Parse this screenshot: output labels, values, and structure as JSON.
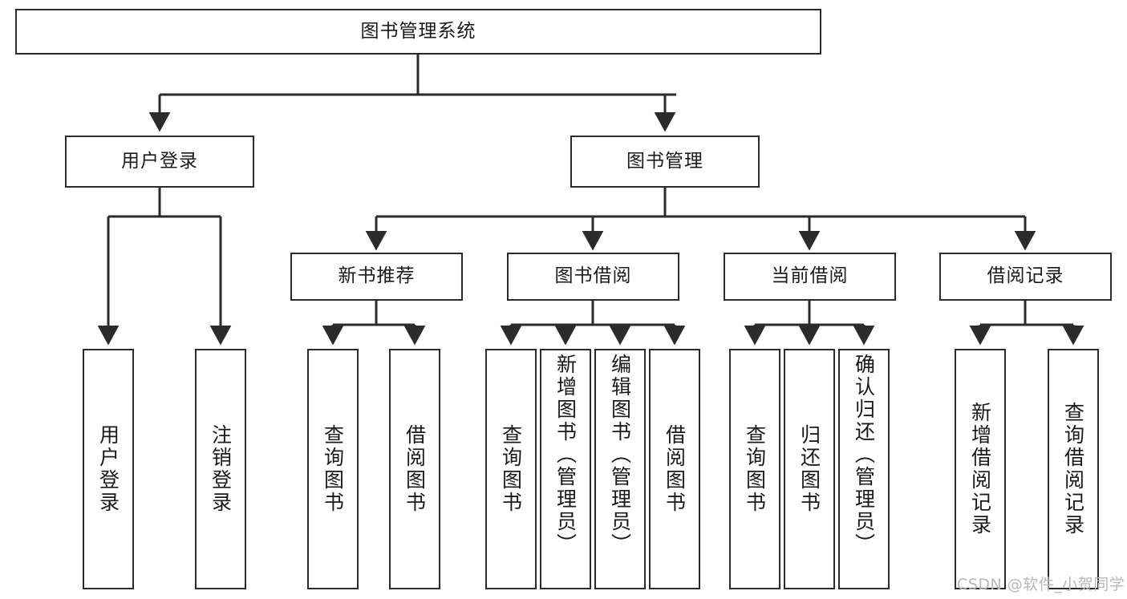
{
  "diagram": {
    "title": "图书管理系统",
    "type": "hierarchy-tree",
    "root": {
      "id": "root",
      "label": "图书管理系统"
    },
    "level2": [
      {
        "id": "user-login",
        "label": "用户登录"
      },
      {
        "id": "book-manage",
        "label": "图书管理"
      }
    ],
    "level3": [
      {
        "id": "new-book-recommend",
        "label": "新书推荐"
      },
      {
        "id": "book-borrow",
        "label": "图书借阅"
      },
      {
        "id": "current-borrow",
        "label": "当前借阅"
      },
      {
        "id": "borrow-record",
        "label": "借阅记录"
      }
    ],
    "leaves": {
      "user_login": [
        {
          "id": "leaf-user-login",
          "label": "用户登录"
        },
        {
          "id": "leaf-logout-login",
          "label": "注销登录"
        }
      ],
      "new_book_recommend": [
        {
          "id": "leaf-query-book-1",
          "label": "查询图书"
        },
        {
          "id": "leaf-borrow-book-1",
          "label": "借阅图书"
        }
      ],
      "book_borrow": [
        {
          "id": "leaf-query-book-2",
          "label": "查询图书"
        },
        {
          "id": "leaf-add-book",
          "label": "新增图书（管理员）"
        },
        {
          "id": "leaf-edit-book",
          "label": "编辑图书（管理员）"
        },
        {
          "id": "leaf-borrow-book-2",
          "label": "借阅图书"
        }
      ],
      "current_borrow": [
        {
          "id": "leaf-query-book-3",
          "label": "查询图书"
        },
        {
          "id": "leaf-return-book",
          "label": "归还图书"
        },
        {
          "id": "leaf-confirm-return",
          "label": "确认归还（管理员）"
        }
      ],
      "borrow_record": [
        {
          "id": "leaf-add-record",
          "label": "新增借阅记录"
        },
        {
          "id": "leaf-query-record",
          "label": "查询借阅记录"
        }
      ]
    }
  },
  "watermark": {
    "text": "CSDN @软件_小贺同学"
  },
  "colors": {
    "stroke": "#2b2b2b",
    "background": "#ffffff",
    "text": "#1a1a1a",
    "watermark": "#b8b8b8"
  }
}
